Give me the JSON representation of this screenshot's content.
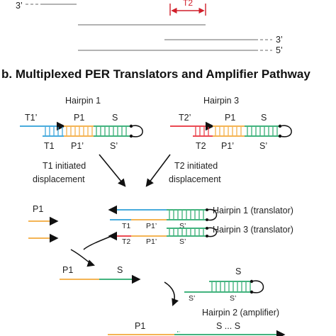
{
  "colors": {
    "t1": "#2e9fd8",
    "t2": "#e8303a",
    "p1": "#f2a93b",
    "s": "#27a86b",
    "gray": "#9a9a9a",
    "arrow_red": "#d01f2a",
    "black": "#111111"
  },
  "top": {
    "end_left": "3’",
    "t2_label": "T2",
    "end_right_3": "3’",
    "end_right_5": "5’"
  },
  "section_b": {
    "title": "b. Multiplexed PER Translators and Amplifier Pathway"
  },
  "hairpin1": {
    "name": "Hairpin 1",
    "t1p": "T1’",
    "p1": "P1",
    "s": "S",
    "t1": "T1",
    "p1p": "P1’",
    "sp": "S’"
  },
  "hairpin3": {
    "name": "Hairpin 3",
    "t2p": "T2’",
    "p1": "P1",
    "s": "S",
    "t2": "T2",
    "p1p": "P1’",
    "sp": "S’"
  },
  "displacement": {
    "t1_line1": "T1 initiated",
    "t1_line2": "displacement",
    "t2_line1": "T2 initiated",
    "t2_line2": "displacement"
  },
  "products": {
    "p1": "P1",
    "hairpin1_translator": "Hairpin 1 (translator)",
    "hairpin3_translator": "Hairpin 3 (translator)",
    "row1_t1": "T1",
    "row1_p1p": "P1’",
    "row1_sp": "S’",
    "row2_t2": "T2",
    "row2_p1p": "P1’",
    "row2_sp": "S’"
  },
  "amplifier": {
    "p1": "P1",
    "s": "S",
    "hp2_s": "S",
    "hp2_sp": "S’",
    "hp2_sp2": "S’",
    "hairpin2": "Hairpin 2 (amplifier)",
    "final_p1": "P1",
    "final_s_repeat": "S ... S"
  }
}
